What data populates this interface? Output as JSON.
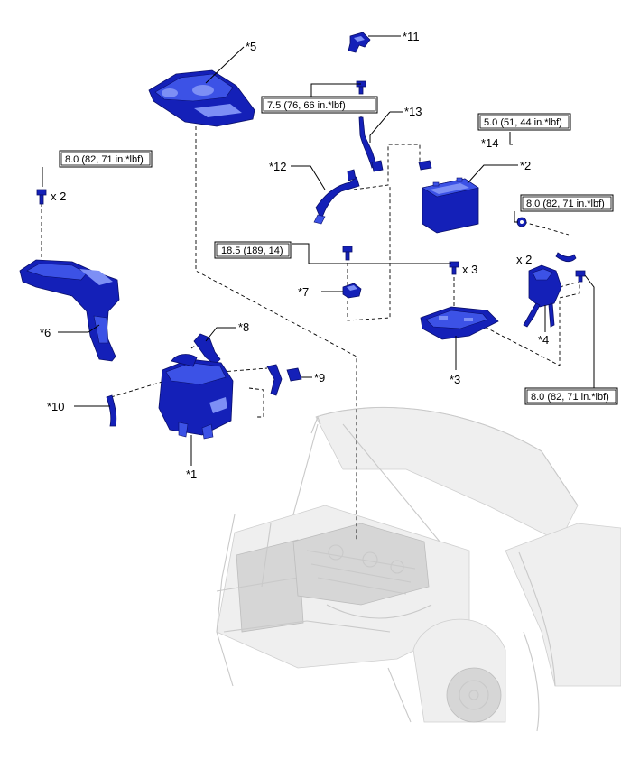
{
  "callouts": {
    "c1": "*1",
    "c2": "*2",
    "c3": "*3",
    "c4": "*4",
    "c5": "*5",
    "c6": "*6",
    "c7": "*7",
    "c8": "*8",
    "c9": "*9",
    "c10": "*10",
    "c11": "*11",
    "c12": "*12",
    "c13": "*13",
    "c14": "*14"
  },
  "torques": {
    "t_bracket6": "8.0 (82, 71 in.*lbf)",
    "t_cable13": "7.5 (76, 66 in.*lbf)",
    "t_terminal14": "5.0 (51, 44 in.*lbf)",
    "t_ecu4_top": "8.0 (82, 71 in.*lbf)",
    "t_tray3": "18.5 (189, 14)",
    "t_ecu4_bottom": "8.0 (82, 71 in.*lbf)"
  },
  "quantities": {
    "q_bracket6": "x 2",
    "q_tray3": "x 3",
    "q_ecu4": "x 2"
  }
}
